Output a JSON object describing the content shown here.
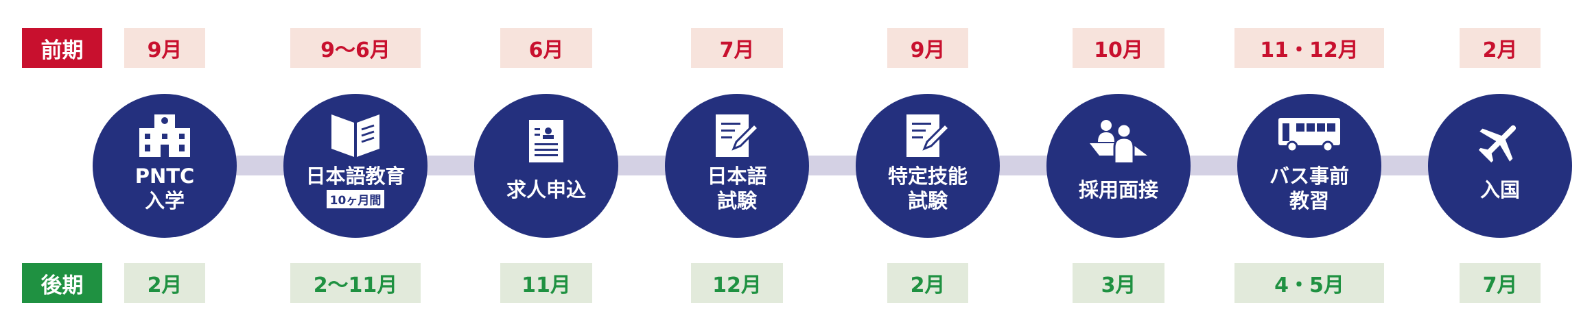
{
  "labels": {
    "first": "前期",
    "second": "後期"
  },
  "colors": {
    "navy": "#24307e",
    "red": "#c8102e",
    "green": "#1f9141",
    "bar": "#d4d1e4"
  },
  "steps": [
    {
      "title": "PNTC\n入学",
      "icon": "school-icon",
      "first": "9月",
      "second": "2月"
    },
    {
      "title": "日本語教育",
      "sub": "10ヶ月間",
      "icon": "book-icon",
      "first": "9〜6月",
      "second": "2〜11月"
    },
    {
      "title": "求人申込",
      "icon": "document-icon",
      "first": "6月",
      "second": "11月"
    },
    {
      "title": "日本語\n試験",
      "icon": "exam-icon",
      "first": "7月",
      "second": "12月"
    },
    {
      "title": "特定技能\n試験",
      "icon": "exam-icon",
      "first": "9月",
      "second": "2月"
    },
    {
      "title": "採用面接",
      "icon": "interview-icon",
      "first": "10月",
      "second": "3月"
    },
    {
      "title": "バス事前\n教習",
      "icon": "bus-icon",
      "first": "11・12月",
      "second": "4・5月"
    },
    {
      "title": "入国",
      "icon": "airplane-icon",
      "first": "2月",
      "second": "7月"
    }
  ]
}
